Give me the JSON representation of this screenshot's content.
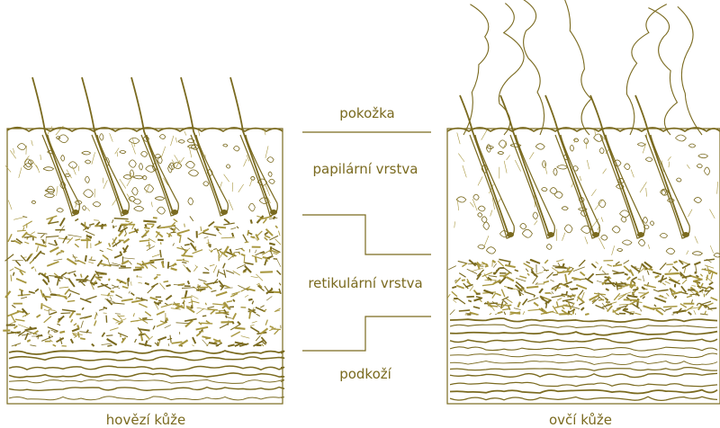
{
  "colors": {
    "ink": "#7a6a1f",
    "ink_light": "#a8973f",
    "background": "#ffffff"
  },
  "layers": {
    "epidermis": "pokožka",
    "papillary": "papilární vrstva",
    "reticular": "retikulární vrstva",
    "subcutis": "podkoží"
  },
  "captions": {
    "left": "hovězí kůže",
    "right": "ovčí kůže"
  }
}
